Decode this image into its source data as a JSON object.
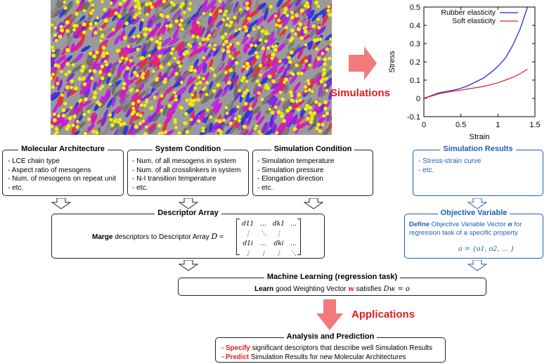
{
  "simulation_label": "Simulations",
  "applications_label": "Applications",
  "chart_data": {
    "type": "line",
    "xlabel": "Strain",
    "ylabel": "Stress",
    "xlim": [
      0,
      1.5
    ],
    "ylim": [
      -0.1,
      0.5
    ],
    "x_ticks": [
      "0",
      "0.5",
      "1",
      "1.5"
    ],
    "y_ticks": [
      "-0.1",
      "0",
      "0.1",
      "0.2",
      "0.3",
      "0.4",
      "0.5"
    ],
    "legend_position": "top-right",
    "series": [
      {
        "name": "Rubber elasticity",
        "color": "#1a1ad6",
        "x": [
          0,
          0.2,
          0.4,
          0.5,
          0.6,
          0.7,
          0.8,
          0.9,
          1.0,
          1.1,
          1.2,
          1.3,
          1.4
        ],
        "y": [
          0,
          0.03,
          0.045,
          0.055,
          0.07,
          0.09,
          0.11,
          0.14,
          0.175,
          0.22,
          0.29,
          0.38,
          0.5
        ]
      },
      {
        "name": "Soft elasticity",
        "color": "#e02020",
        "x": [
          0,
          0.2,
          0.4,
          0.5,
          0.6,
          0.8,
          1.0,
          1.1,
          1.2,
          1.3,
          1.4
        ],
        "y": [
          0,
          0.025,
          0.04,
          0.045,
          0.052,
          0.065,
          0.085,
          0.1,
          0.115,
          0.135,
          0.16
        ]
      }
    ]
  },
  "mol_arch": {
    "title": "Molecular Architecture",
    "items": [
      "- LCE chain type",
      "- Aspect ratio of mesogens",
      "- Num. of mesogens on repeat unit",
      "- etc."
    ]
  },
  "sys_cond": {
    "title": "System Condition",
    "items": [
      "- Num. of all mesogens in system",
      "- Num. of all crosslinkers in system",
      "- N-I transition temperature",
      "- etc."
    ]
  },
  "sim_cond": {
    "title": "Simulation Condition",
    "items": [
      "- Simulation temperature",
      "- Simulation pressure",
      "- Elongation direction",
      "- etc."
    ]
  },
  "sim_results": {
    "title": "Simulation Results",
    "items": [
      "- Stress-strain curve",
      "- etc."
    ]
  },
  "descriptor": {
    "title": "Descriptor Array",
    "bold": "Marge",
    "text": " descriptors to Descriptor Array ",
    "symbol": "D",
    "eq": "="
  },
  "matrix": {
    "r1": [
      "d11",
      "…",
      "dk1",
      "…"
    ],
    "r2": [
      "⋮",
      "⋱",
      "⋮",
      ""
    ],
    "r3": [
      "d1i",
      "…",
      "dki",
      "…"
    ],
    "r4": [
      "⋮",
      "⋮",
      "⋮",
      "⋱"
    ]
  },
  "objective": {
    "title": "Objective Variable",
    "bold": "Define",
    "line1": " Objective Variable Vector ",
    "symbol": "o",
    "line1b": " for",
    "line2": "regression task of a specific property",
    "formula": "o = {o1, o2, … }"
  },
  "ml": {
    "title": "Machine Learning (regression task)",
    "bold": "Learn",
    "text1": " good Weighting Vector ",
    "w": "w",
    "text2": " satisfies ",
    "eq": "Dw = o"
  },
  "analysis": {
    "title": "Analysis and Prediction",
    "l1_bold": "Specify",
    "l1": " significant descriptors that describe well Simulation Results",
    "l2_bold": "Predict",
    "l2": " Simulation Results for new Molecular Architectures",
    "dash": "- "
  }
}
